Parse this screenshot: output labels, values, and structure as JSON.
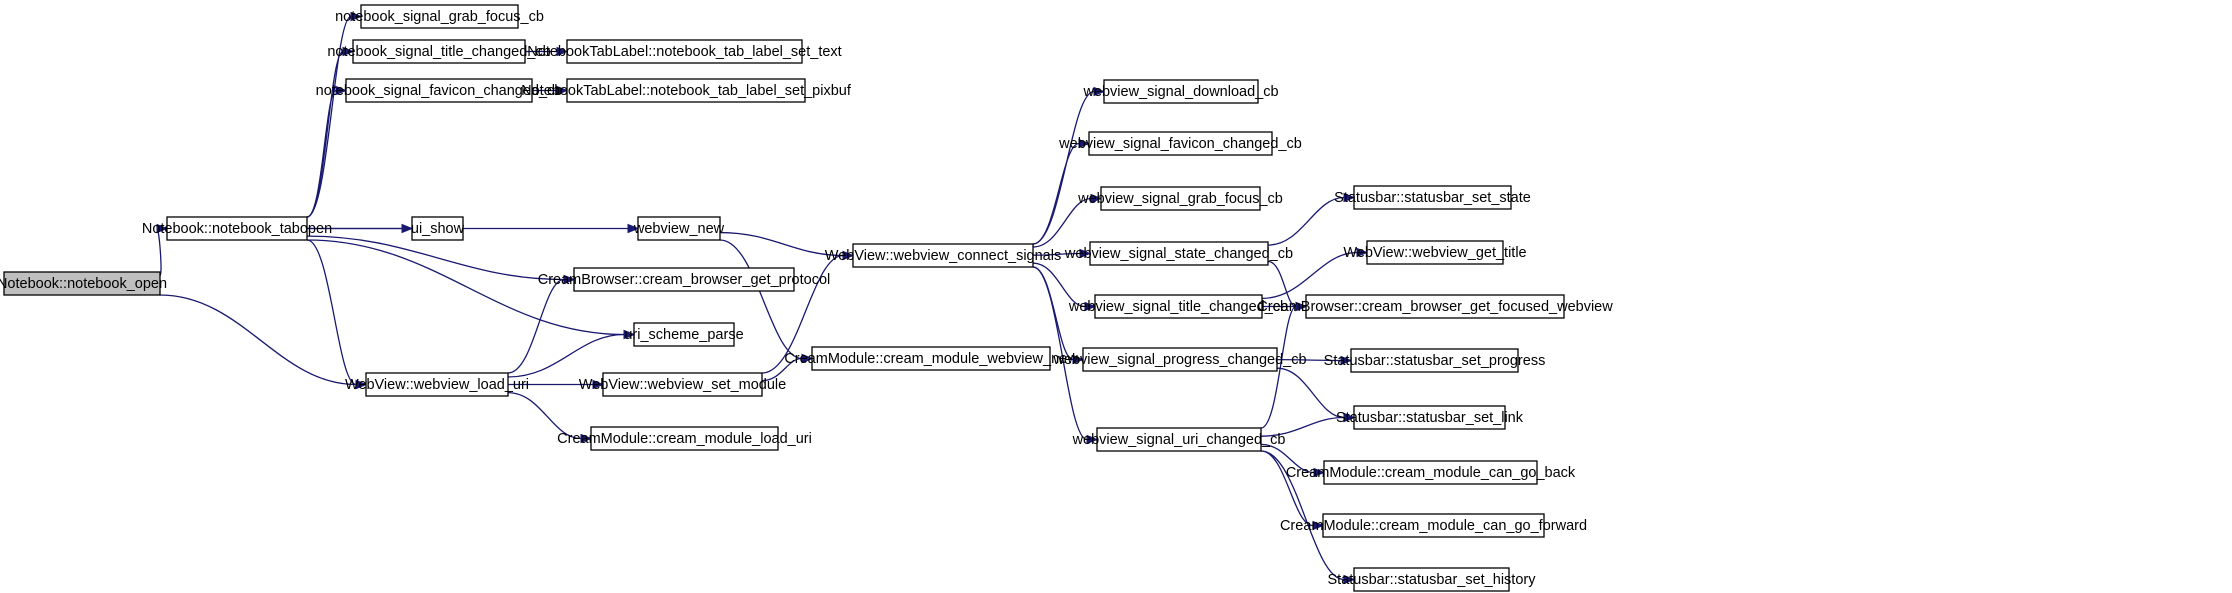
{
  "graph": {
    "root": "notebook_open",
    "colors": {
      "edge": "#191970",
      "node_border": "#000000",
      "node_fill": "#ffffff",
      "root_fill": "#bfbfbf",
      "text": "#000000"
    },
    "nodes": [
      {
        "id": "notebook_open",
        "label": "Notebook::notebook_open"
      },
      {
        "id": "notebook_tabopen",
        "label": "Notebook::notebook_tabopen"
      },
      {
        "id": "webview_load_uri",
        "label": "WebView::webview_load_uri"
      },
      {
        "id": "grab_focus",
        "label": "notebook_signal_grab_focus_cb"
      },
      {
        "id": "title_changed",
        "label": "notebook_signal_title_changed_cb"
      },
      {
        "id": "favicon_changed",
        "label": "notebook_signal_favicon_changed_cb"
      },
      {
        "id": "tab_label_set_text",
        "label": "NotebookTabLabel::notebook_tab_label_set_text"
      },
      {
        "id": "tab_label_set_pixbuf",
        "label": "NotebookTabLabel::notebook_tab_label_set_pixbuf"
      },
      {
        "id": "ui_show",
        "label": "ui_show"
      },
      {
        "id": "webview_new",
        "label": "webview_new"
      },
      {
        "id": "get_protocol",
        "label": "CreamBrowser::cream_browser_get_protocol"
      },
      {
        "id": "uri_scheme_parse",
        "label": "uri_scheme_parse"
      },
      {
        "id": "webview_set_module",
        "label": "WebView::webview_set_module"
      },
      {
        "id": "module_load_uri",
        "label": "CreamModule::cream_module_load_uri"
      },
      {
        "id": "connect_signals",
        "label": "WebView::webview_connect_signals"
      },
      {
        "id": "module_webview_new",
        "label": "CreamModule::cream_module_webview_new"
      },
      {
        "id": "wv_download",
        "label": "webview_signal_download_cb"
      },
      {
        "id": "wv_favicon",
        "label": "webview_signal_favicon_changed_cb"
      },
      {
        "id": "wv_grab_focus",
        "label": "webview_signal_grab_focus_cb"
      },
      {
        "id": "wv_state",
        "label": "webview_signal_state_changed_cb"
      },
      {
        "id": "wv_title",
        "label": "webview_signal_title_changed_cb"
      },
      {
        "id": "wv_progress",
        "label": "webview_signal_progress_changed_cb"
      },
      {
        "id": "wv_uri",
        "label": "webview_signal_uri_changed_cb"
      },
      {
        "id": "set_state",
        "label": "Statusbar::statusbar_set_state"
      },
      {
        "id": "get_title",
        "label": "WebView::webview_get_title"
      },
      {
        "id": "get_focused_webview",
        "label": "CreamBrowser::cream_browser_get_focused_webview"
      },
      {
        "id": "set_progress",
        "label": "Statusbar::statusbar_set_progress"
      },
      {
        "id": "set_link",
        "label": "Statusbar::statusbar_set_link"
      },
      {
        "id": "can_go_back",
        "label": "CreamModule::cream_module_can_go_back"
      },
      {
        "id": "can_go_forward",
        "label": "CreamModule::cream_module_can_go_forward"
      },
      {
        "id": "set_history",
        "label": "Statusbar::statusbar_set_history"
      }
    ],
    "edges": [
      {
        "from": "notebook_open",
        "to": "notebook_tabopen"
      },
      {
        "from": "notebook_open",
        "to": "webview_load_uri"
      },
      {
        "from": "notebook_tabopen",
        "to": "grab_focus"
      },
      {
        "from": "notebook_tabopen",
        "to": "title_changed"
      },
      {
        "from": "notebook_tabopen",
        "to": "favicon_changed"
      },
      {
        "from": "notebook_tabopen",
        "to": "webview_new"
      },
      {
        "from": "notebook_tabopen",
        "to": "ui_show"
      },
      {
        "from": "notebook_tabopen",
        "to": "get_protocol"
      },
      {
        "from": "notebook_tabopen",
        "to": "uri_scheme_parse"
      },
      {
        "from": "notebook_tabopen",
        "to": "webview_load_uri"
      },
      {
        "from": "title_changed",
        "to": "tab_label_set_text"
      },
      {
        "from": "favicon_changed",
        "to": "tab_label_set_pixbuf"
      },
      {
        "from": "webview_new",
        "to": "connect_signals"
      },
      {
        "from": "webview_new",
        "to": "module_webview_new"
      },
      {
        "from": "webview_load_uri",
        "to": "get_protocol"
      },
      {
        "from": "webview_load_uri",
        "to": "uri_scheme_parse"
      },
      {
        "from": "webview_load_uri",
        "to": "webview_set_module"
      },
      {
        "from": "webview_load_uri",
        "to": "module_load_uri"
      },
      {
        "from": "webview_set_module",
        "to": "connect_signals"
      },
      {
        "from": "webview_set_module",
        "to": "module_webview_new"
      },
      {
        "from": "connect_signals",
        "to": "wv_download"
      },
      {
        "from": "connect_signals",
        "to": "wv_favicon"
      },
      {
        "from": "connect_signals",
        "to": "wv_grab_focus"
      },
      {
        "from": "connect_signals",
        "to": "wv_state"
      },
      {
        "from": "connect_signals",
        "to": "wv_title"
      },
      {
        "from": "connect_signals",
        "to": "wv_progress"
      },
      {
        "from": "connect_signals",
        "to": "wv_uri"
      },
      {
        "from": "wv_state",
        "to": "set_state"
      },
      {
        "from": "wv_state",
        "to": "get_focused_webview"
      },
      {
        "from": "wv_title",
        "to": "get_title"
      },
      {
        "from": "wv_title",
        "to": "get_focused_webview"
      },
      {
        "from": "wv_progress",
        "to": "set_progress"
      },
      {
        "from": "wv_progress",
        "to": "set_link"
      },
      {
        "from": "wv_uri",
        "to": "get_focused_webview"
      },
      {
        "from": "wv_uri",
        "to": "set_link"
      },
      {
        "from": "wv_uri",
        "to": "can_go_back"
      },
      {
        "from": "wv_uri",
        "to": "can_go_forward"
      },
      {
        "from": "wv_uri",
        "to": "set_history"
      }
    ]
  }
}
